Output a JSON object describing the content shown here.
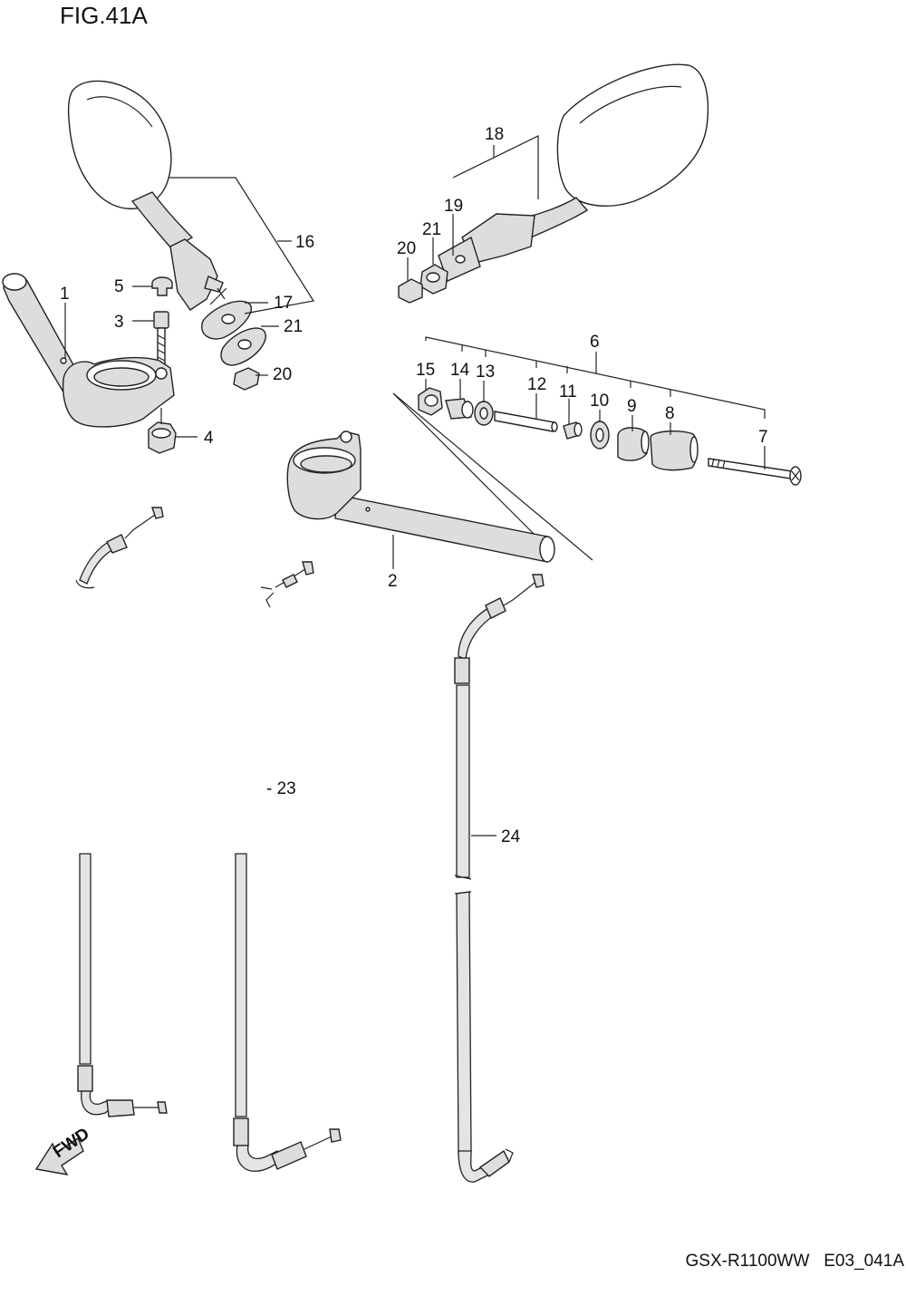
{
  "figure": {
    "title": "FIG.41A",
    "footer_model": "GSX-R1100WW",
    "footer_code": "E03_041A",
    "fwd_label": "FWD"
  },
  "callouts": [
    {
      "id": "c1",
      "text": "1"
    },
    {
      "id": "c2",
      "text": "2"
    },
    {
      "id": "c3",
      "text": "3"
    },
    {
      "id": "c4",
      "text": "4"
    },
    {
      "id": "c5",
      "text": "5"
    },
    {
      "id": "c6",
      "text": "6"
    },
    {
      "id": "c7",
      "text": "7"
    },
    {
      "id": "c8",
      "text": "8"
    },
    {
      "id": "c9",
      "text": "9"
    },
    {
      "id": "c10",
      "text": "10"
    },
    {
      "id": "c11",
      "text": "11"
    },
    {
      "id": "c12",
      "text": "12"
    },
    {
      "id": "c13",
      "text": "13"
    },
    {
      "id": "c14",
      "text": "14"
    },
    {
      "id": "c15",
      "text": "15"
    },
    {
      "id": "c16",
      "text": "16"
    },
    {
      "id": "c17",
      "text": "17"
    },
    {
      "id": "c18",
      "text": "18"
    },
    {
      "id": "c19",
      "text": "19"
    },
    {
      "id": "c20a",
      "text": "20"
    },
    {
      "id": "c20b",
      "text": "20"
    },
    {
      "id": "c21a",
      "text": "21"
    },
    {
      "id": "c21b",
      "text": "21"
    },
    {
      "id": "c23",
      "text": "- 23"
    },
    {
      "id": "c24",
      "text": "24"
    }
  ]
}
